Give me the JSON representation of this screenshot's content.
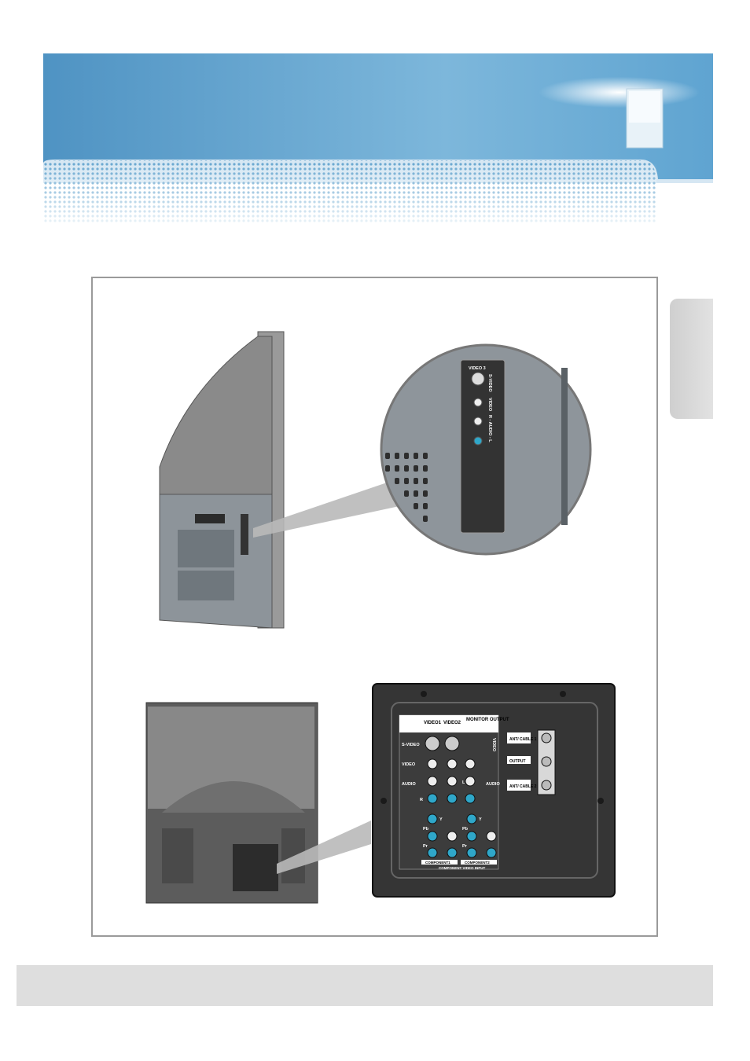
{
  "side_panel": {
    "labels": [
      "VIDEO 3",
      "S-VIDEO",
      "VIDEO",
      "R - AUDIO - L"
    ]
  },
  "rear_panel": {
    "columns": [
      "VIDEO1",
      "VIDEO2",
      "MONITOR OUTPUT"
    ],
    "rows": [
      "S-VIDEO",
      "VIDEO",
      "AUDIO"
    ],
    "channel_labels": [
      "L",
      "R"
    ],
    "component_labels": [
      "Y",
      "Pb",
      "Pr"
    ],
    "component_groups": [
      "COMPONENT1",
      "COMPONENT2"
    ],
    "component_footer": "COMPONENT VIDEO INPUT",
    "rf_labels": [
      "ANT/ CABLE 1",
      "OUTPUT",
      "ANT/ CABLE 2"
    ]
  },
  "colors": {
    "banner": "#6aa8d0",
    "panel_dark": "#3a3a3a",
    "jack_blue": "#2fa7c9"
  }
}
